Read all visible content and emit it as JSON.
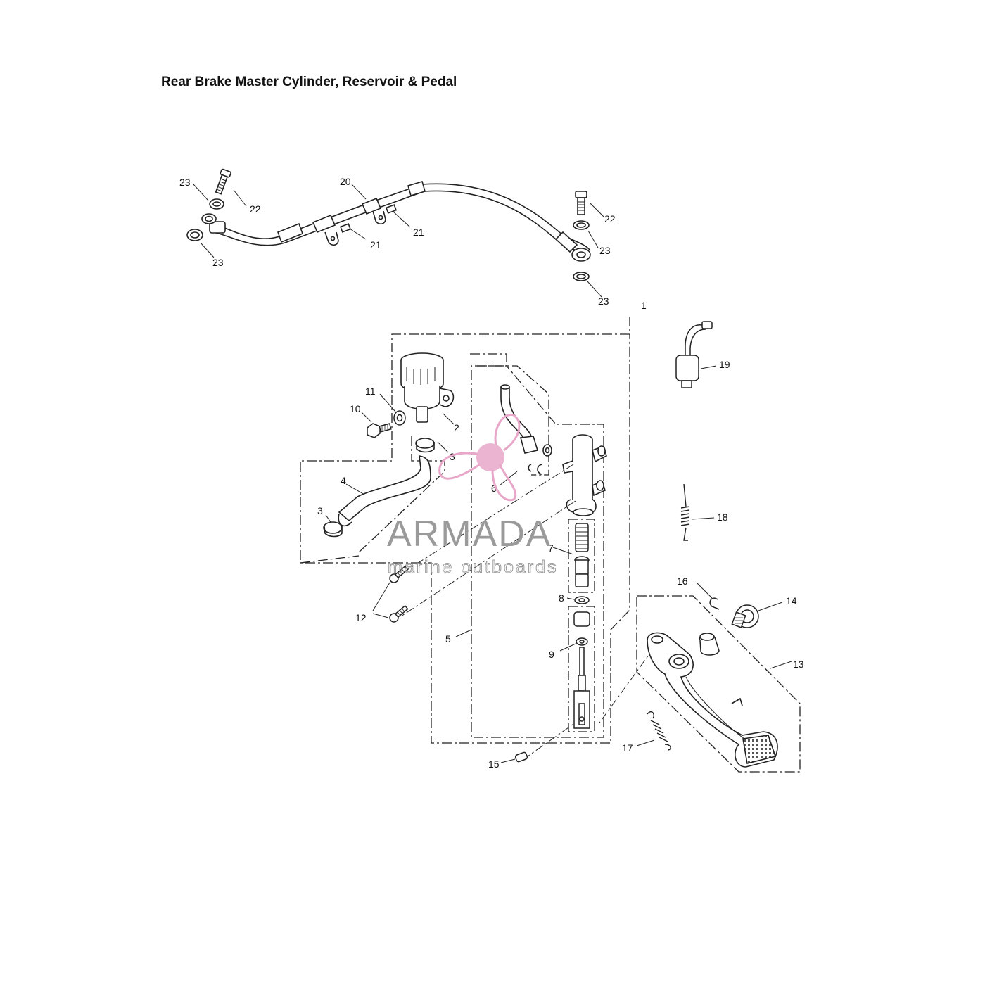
{
  "title": "Rear Brake Master Cylinder, Reservoir & Pedal",
  "watermark": {
    "brand": "ARMADA",
    "tagline": "marine outboards",
    "logo": "propeller-logo",
    "color": "#e8a7c8"
  },
  "callouts": {
    "c1": "1",
    "c2": "2",
    "c3a": "3",
    "c3b": "3",
    "c4": "4",
    "c5": "5",
    "c6": "6",
    "c7": "7",
    "c8": "8",
    "c9": "9",
    "c10": "10",
    "c11": "11",
    "c12": "12",
    "c13": "13",
    "c14": "14",
    "c15": "15",
    "c16": "16",
    "c17": "17",
    "c18": "18",
    "c19": "19",
    "c20": "20",
    "c21a": "21",
    "c21b": "21",
    "c22a": "22",
    "c22b": "22",
    "c23a": "23",
    "c23b": "23",
    "c23c": "23",
    "c23d": "23"
  }
}
